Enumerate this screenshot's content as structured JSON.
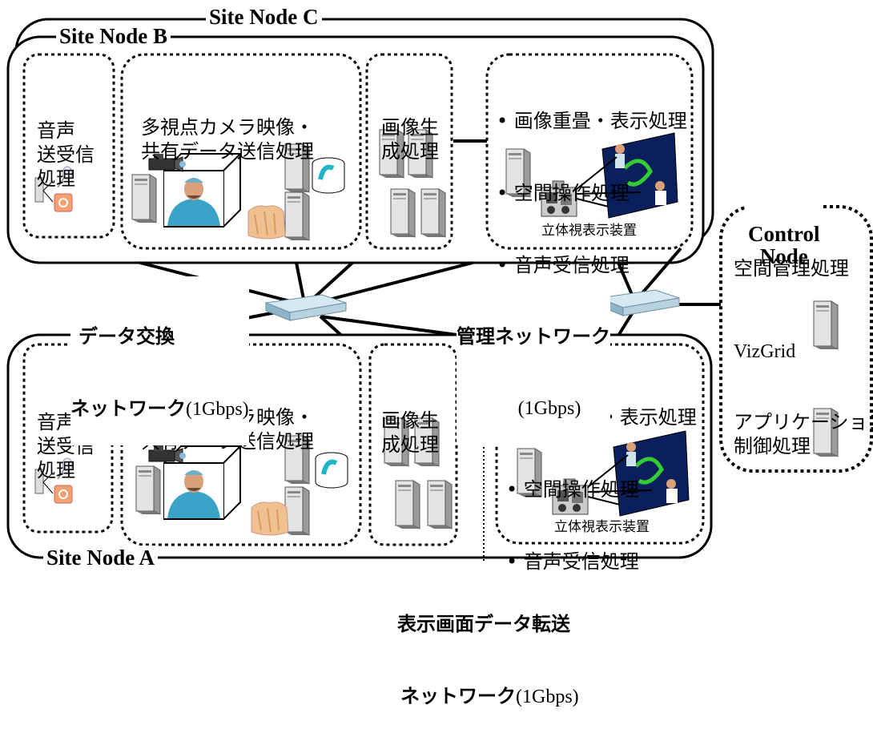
{
  "site_nodes": {
    "c": {
      "label": "Site Node C"
    },
    "b": {
      "label": "Site Node B",
      "audio": {
        "lines": [
          "音声",
          "送受信",
          "処理"
        ]
      },
      "camera": {
        "lines": [
          "多視点カメラ映像・",
          "共有データ送信処理"
        ]
      },
      "image_gen": {
        "lines": [
          "画像生",
          "成処理"
        ]
      },
      "display": {
        "bullets": [
          "画像重畳・表示処理",
          "空間操作処理",
          "音声受信処理"
        ],
        "device_label": "立体視表示装置"
      }
    },
    "a": {
      "label": "Site Node A",
      "audio": {
        "lines": [
          "音声",
          "送受信",
          "処理"
        ]
      },
      "camera": {
        "lines": [
          "多視点カメラ映像・",
          "共有データ送信処理"
        ]
      },
      "image_gen": {
        "lines": [
          "画像生",
          "成処理"
        ]
      },
      "display": {
        "bullets": [
          "画像重畳・表示処理",
          "空間操作処理",
          "音声受信処理"
        ],
        "device_label": "立体視表示装置"
      }
    }
  },
  "control_node": {
    "title_lines": [
      "Control",
      "Node"
    ],
    "space_mgmt": "空間管理処理",
    "vizgrid": "VizGrid",
    "app_lines": [
      "アプリケーション",
      "制御処理"
    ]
  },
  "networks": {
    "data_exchange": {
      "line1": "データ交換",
      "line2_jp": "ネットワーク",
      "line2_en": "(1Gbps)"
    },
    "management": {
      "line1": "管理ネットワーク",
      "line2": "(1Gbps)"
    },
    "display_transfer": {
      "line1": "表示画面データ転送",
      "line2_jp": "ネットワーク",
      "line2_en": "(1Gbps)"
    }
  },
  "colors": {
    "stroke": "#000000",
    "switch_top": "#d6e8f2",
    "switch_side": "#8fb4c8",
    "server": "#d9d9d9",
    "screen": "#0a1f5c",
    "disk": "#1fb5c9"
  }
}
